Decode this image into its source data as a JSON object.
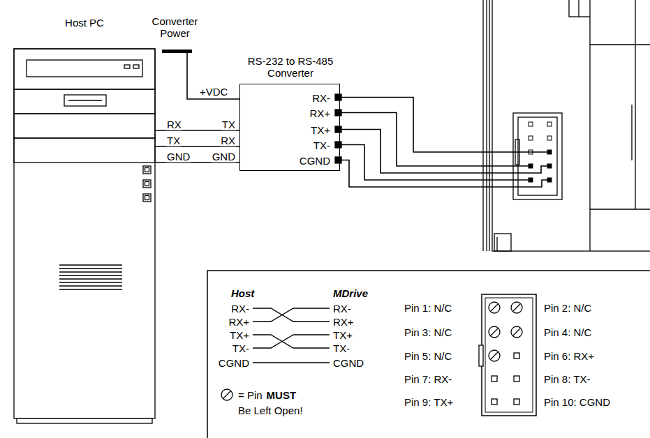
{
  "diagram": {
    "nodes": [
      {
        "text": [
          "Host PC"
        ]
      },
      {
        "text": [
          "Converter Power"
        ]
      },
      {
        "text": [
          "RS-232 to RS-485 Converter"
        ]
      }
    ],
    "edges": [
      {
        "from": 0,
        "to": 2,
        "arrow": "none"
      },
      {
        "from": 0,
        "to": 2,
        "arrow": "none"
      },
      {
        "from": 0,
        "to": 2,
        "arrow": "none"
      },
      {
        "from": 1,
        "to": 2,
        "arrow": "none"
      }
    ],
    "labels": [
      "+VDC",
      "RX",
      "TX",
      "TX",
      "RX",
      "GND",
      "GND",
      "RX-",
      "RX+",
      "TX+",
      "TX-",
      "CGND",
      "Host",
      "MDrive",
      "RX-",
      "RX+",
      "TX+",
      "TX-",
      "CGND",
      "RX-",
      "RX+",
      "TX+",
      "TX-",
      "CGND",
      "= Pin",
      "MUST",
      "Be Left Open!",
      "Pin 1: N/C",
      "Pin 2: N/C",
      "Pin 3: N/C",
      "Pin 4: N/C",
      "Pin 5: N/C",
      "Pin 6: RX+",
      "Pin 7: RX-",
      "Pin 8: TX-",
      "Pin 9: TX+",
      "Pin 10: CGND"
    ]
  }
}
